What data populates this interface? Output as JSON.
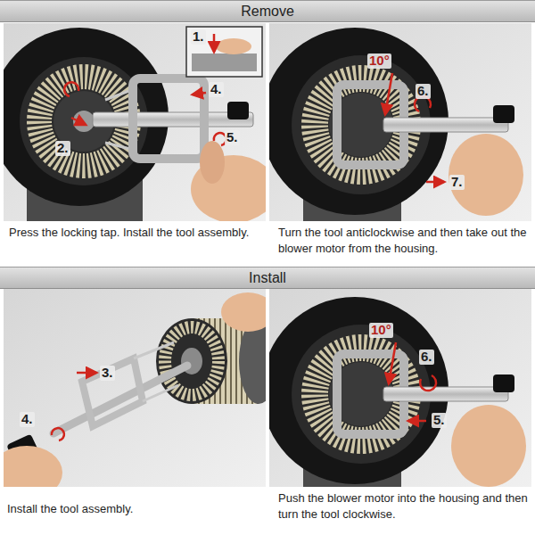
{
  "diagram": {
    "nodes": [
      {
        "text": [
          "Remove"
        ]
      },
      {
        "text": [
          "Install"
        ]
      }
    ],
    "labels": [
      "1.",
      "2.",
      "4.",
      "5.",
      "10°",
      "6.",
      "7.",
      "Press the locking tap. Install the tool assembly.",
      "Turn the tool anticlockwise and then take out the blower motor from the housing.",
      "3.",
      "4.",
      "10°",
      "6.",
      "5.",
      "Install the tool assembly.",
      "Push the blower motor into the housing and then turn the tool clockwise."
    ]
  }
}
